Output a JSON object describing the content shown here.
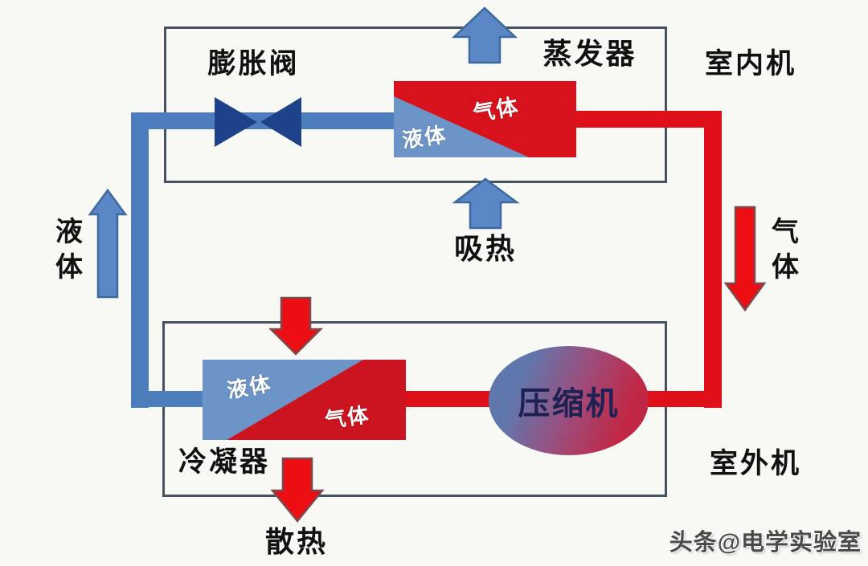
{
  "colors": {
    "background": "#f8f8f5",
    "box_border": "#46525e",
    "pipe_blue": "#4d7dbd",
    "pipe_red": "#e0101b",
    "valve_navy": "#1e4289",
    "exchanger_blue": "#6d94c6",
    "evaporator_red": "#d7121c",
    "condenser_red": "#cb141f",
    "arrow_blue": "#5b87c6",
    "arrow_blue_edge": "#3c699f",
    "arrow_red": "#ec0e13",
    "arrow_red_edge": "#7c4a4e",
    "compressor_blue": "#6077ad",
    "compressor_mid": "#a04a78",
    "compressor_red": "#c12744",
    "compressor_text": "#1d2153",
    "label_black": "#111111",
    "inner_label_white": "#ffffff",
    "watermark_gray": "#3c3c3c"
  },
  "indoor_unit": {
    "name_label": "室内机",
    "expansion_valve_label": "膨胀阀",
    "evaporator_label": "蒸发器",
    "evaporator_gas_label": "气体",
    "evaporator_liquid_label": "液体",
    "heat_absorb_label": "吸热"
  },
  "outdoor_unit": {
    "name_label": "室外机",
    "condenser_label": "冷凝器",
    "condenser_liquid_label": "液体",
    "condenser_gas_label": "气体",
    "compressor_label": "压缩机",
    "heat_release_label": "散热"
  },
  "pipes": {
    "left_riser_state_label": "液体",
    "right_downcomer_state_label": "气体"
  },
  "watermark": {
    "text": "头条@电学实验室"
  }
}
